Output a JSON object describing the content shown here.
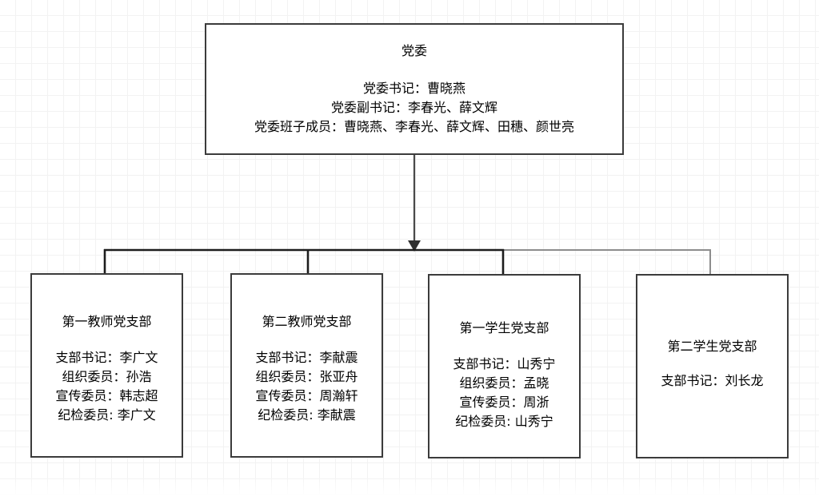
{
  "diagram": {
    "type": "org-chart",
    "orientation": "top-down",
    "background": "grid",
    "line_color": "#3b3b3b",
    "box_border_color": "#3b3b3b",
    "box_fill_color": "#ffffff",
    "text_color": "#000000"
  },
  "root": {
    "title": "党委",
    "lines": [
      "党委书记：曹晓燕",
      "党委副书记：李春光、薛文辉",
      "党委班子成员：曹晓燕、李春光、薛文辉、田穗、颜世亮"
    ]
  },
  "branches": [
    {
      "title": "第一教师党支部",
      "lines": [
        "支部书记：李广文",
        "组织委员：孙浩",
        "宣传委员：韩志超",
        "纪检委员: 李广文"
      ]
    },
    {
      "title": "第二教师党支部",
      "lines": [
        "支部书记：李献震",
        "组织委员：张亚舟",
        "宣传委员：周瀚轩",
        "纪检委员: 李献震"
      ]
    },
    {
      "title": "第一学生党支部",
      "lines": [
        "支部书记：山秀宁",
        "组织委员：孟晓",
        "宣传委员：周浙",
        "纪检委员: 山秀宁"
      ]
    },
    {
      "title": "第二学生党支部",
      "lines": [
        "支部书记：刘长龙"
      ]
    }
  ]
}
